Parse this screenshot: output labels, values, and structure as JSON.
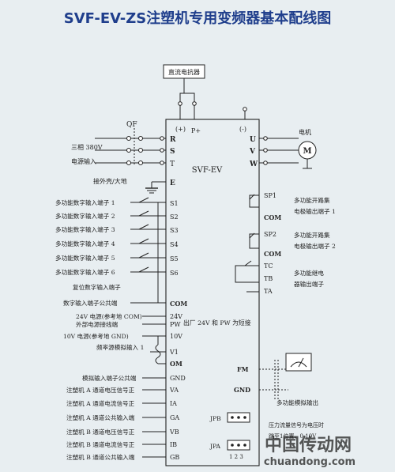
{
  "title": "SVF-EV-ZS注塑机专用变频器基本配线图",
  "reactor_label": "直流电抗器",
  "inverter_model": "SVF-EV",
  "terminals_top": {
    "plus_paren": "(+)",
    "p_plus": "P+",
    "minus_paren": "(-)"
  },
  "breaker_label": "QF",
  "motor": {
    "label": "电机",
    "symbol": "M"
  },
  "power_input": {
    "three_phase": "三相 380V",
    "input_text": "电源输入"
  },
  "ground_text": "接外壳/大地",
  "left_labels": {
    "s1": "多功能数字输入端子 1",
    "s2": "多功能数字输入端子 2",
    "s3": "多功能数字输入端子 3",
    "s4": "多功能数字输入端子 4",
    "s5": "多功能数字输入端子 5",
    "s6": "多功能数字输入端子 6",
    "reset": "复位数字输入端子",
    "dcom": "数字输入端子公共端",
    "v24": "24V 电源(参考地 COM)",
    "ext": "外部电源接线端",
    "v10": "10V 电源(参考地 GND)",
    "freq": "频率源模拟输入 1",
    "agnd": "模拟输入端子公共端",
    "va": "注塑机 A 通道电压信号正",
    "ia": "注塑机 A 通道电流信号正",
    "ga": "注塑机 A 通道公共输入端",
    "vb": "注塑机 B 通道电压信号正",
    "ib": "注塑机 B 通道电流信号正",
    "gb": "注塑机 B 通道公共输入端"
  },
  "terminals_left": {
    "r": "R",
    "s": "S",
    "t": "T",
    "e": "E",
    "s1": "S1",
    "s2": "S2",
    "s3": "S3",
    "s4": "S4",
    "s5": "S5",
    "s6": "S6",
    "com": "COM",
    "v24": "24V",
    "pw": "PW",
    "v10": "10V",
    "v1": "V1",
    "om": "OM",
    "gnd": "GND",
    "va": "VA",
    "ia": "IA",
    "ga": "GA",
    "vb": "VB",
    "ib": "IB",
    "gb": "GB"
  },
  "terminals_right": {
    "u": "U",
    "v": "V",
    "w": "W",
    "sp1": "SP1",
    "com1": "COM",
    "sp2": "SP2",
    "com2": "COM",
    "tc": "TC",
    "tb": "TB",
    "ta": "TA",
    "fm": "FM",
    "gnd": "GND"
  },
  "right_labels": {
    "sp1_a": "多功能开路集",
    "sp1_b": "电极输出端子 1",
    "sp2_a": "多功能开路集",
    "sp2_b": "电极输出端子 2",
    "relay_a": "多功能继电",
    "relay_b": "器输出端子",
    "analog_out": "多功能模拟输出",
    "note_a": "压力流量信号为电压时",
    "note_b": "跳至1位置，0-10V"
  },
  "factory_note": "出厂 24V 和 PW 为短接",
  "jumpers": {
    "jpb": "JPB",
    "jpa": "JPA",
    "pins": "1 2 3"
  },
  "watermark": {
    "cn": "中国传动网",
    "url": "chuandong.com"
  }
}
